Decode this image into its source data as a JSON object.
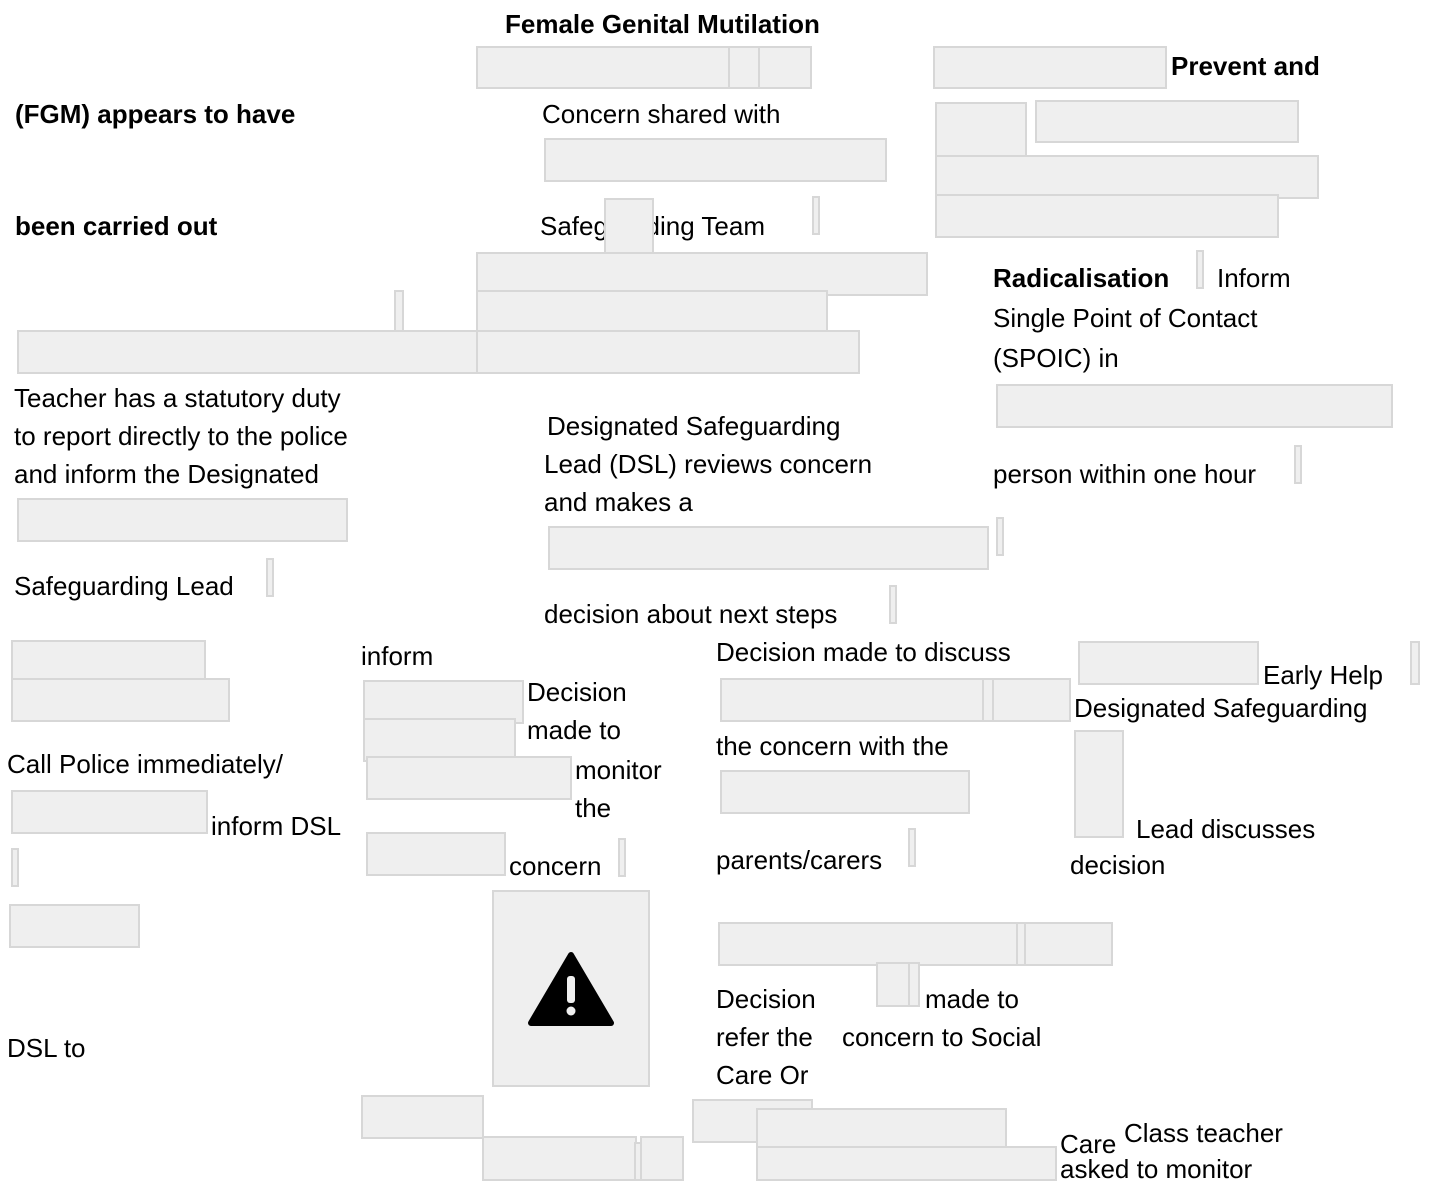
{
  "texts": {
    "fgm_title": "Female Genital Mutilation",
    "prevent_and": "Prevent and",
    "fgm_line2": "(FGM) appears to have",
    "concern_shared": "Concern shared with",
    "fgm_line3": "been carried out",
    "safeguarding_team": "Safeguarding Team",
    "radicalisation": "Radicalisation",
    "inform_spoic": "Inform",
    "single_point": "Single Point of  Contact",
    "spoic_in": "(SPOIC) in",
    "teacher_1": "Teacher has a statutory duty",
    "teacher_2": "to report directly to the police",
    "teacher_3": "and inform the Designated",
    "dsl_1": "Designated Safeguarding",
    "dsl_2": "Lead (DSL) reviews  concern",
    "dsl_3": "and makes a",
    "person_hour": "person within one hour",
    "safeguarding_lead": "Safeguarding Lead",
    "decision_next": "decision about next steps",
    "inform": "inform",
    "decision_discuss": "Decision made to discuss",
    "early_help": "Early Help",
    "decision_a": "Decision",
    "made_to": "made to",
    "designated_safeguarding": "Designated Safeguarding",
    "call_police": "Call Police  immediately/",
    "monitor": "monitor",
    "concern_with": "the concern with the",
    "the": "the",
    "inform_dsl": "inform DSL",
    "lead_discusses": "Lead discusses",
    "concern": "concern",
    "parents_carers": "parents/carers",
    "decision_b": "decision",
    "decision_c": "Decision",
    "made_to_b": "made to",
    "refer_the": "refer the",
    "concern_social": "concern to Social",
    "dsl_to": "DSL to",
    "care_or": "Care Or",
    "care": "Care",
    "class_teacher": "Class teacher",
    "asked_monitor": "asked to monitor"
  },
  "icons": {
    "warning": "warning-icon"
  },
  "colors": {
    "placeholder_fill": "#efefef",
    "placeholder_border": "#d7d7d7",
    "text": "#000000"
  }
}
